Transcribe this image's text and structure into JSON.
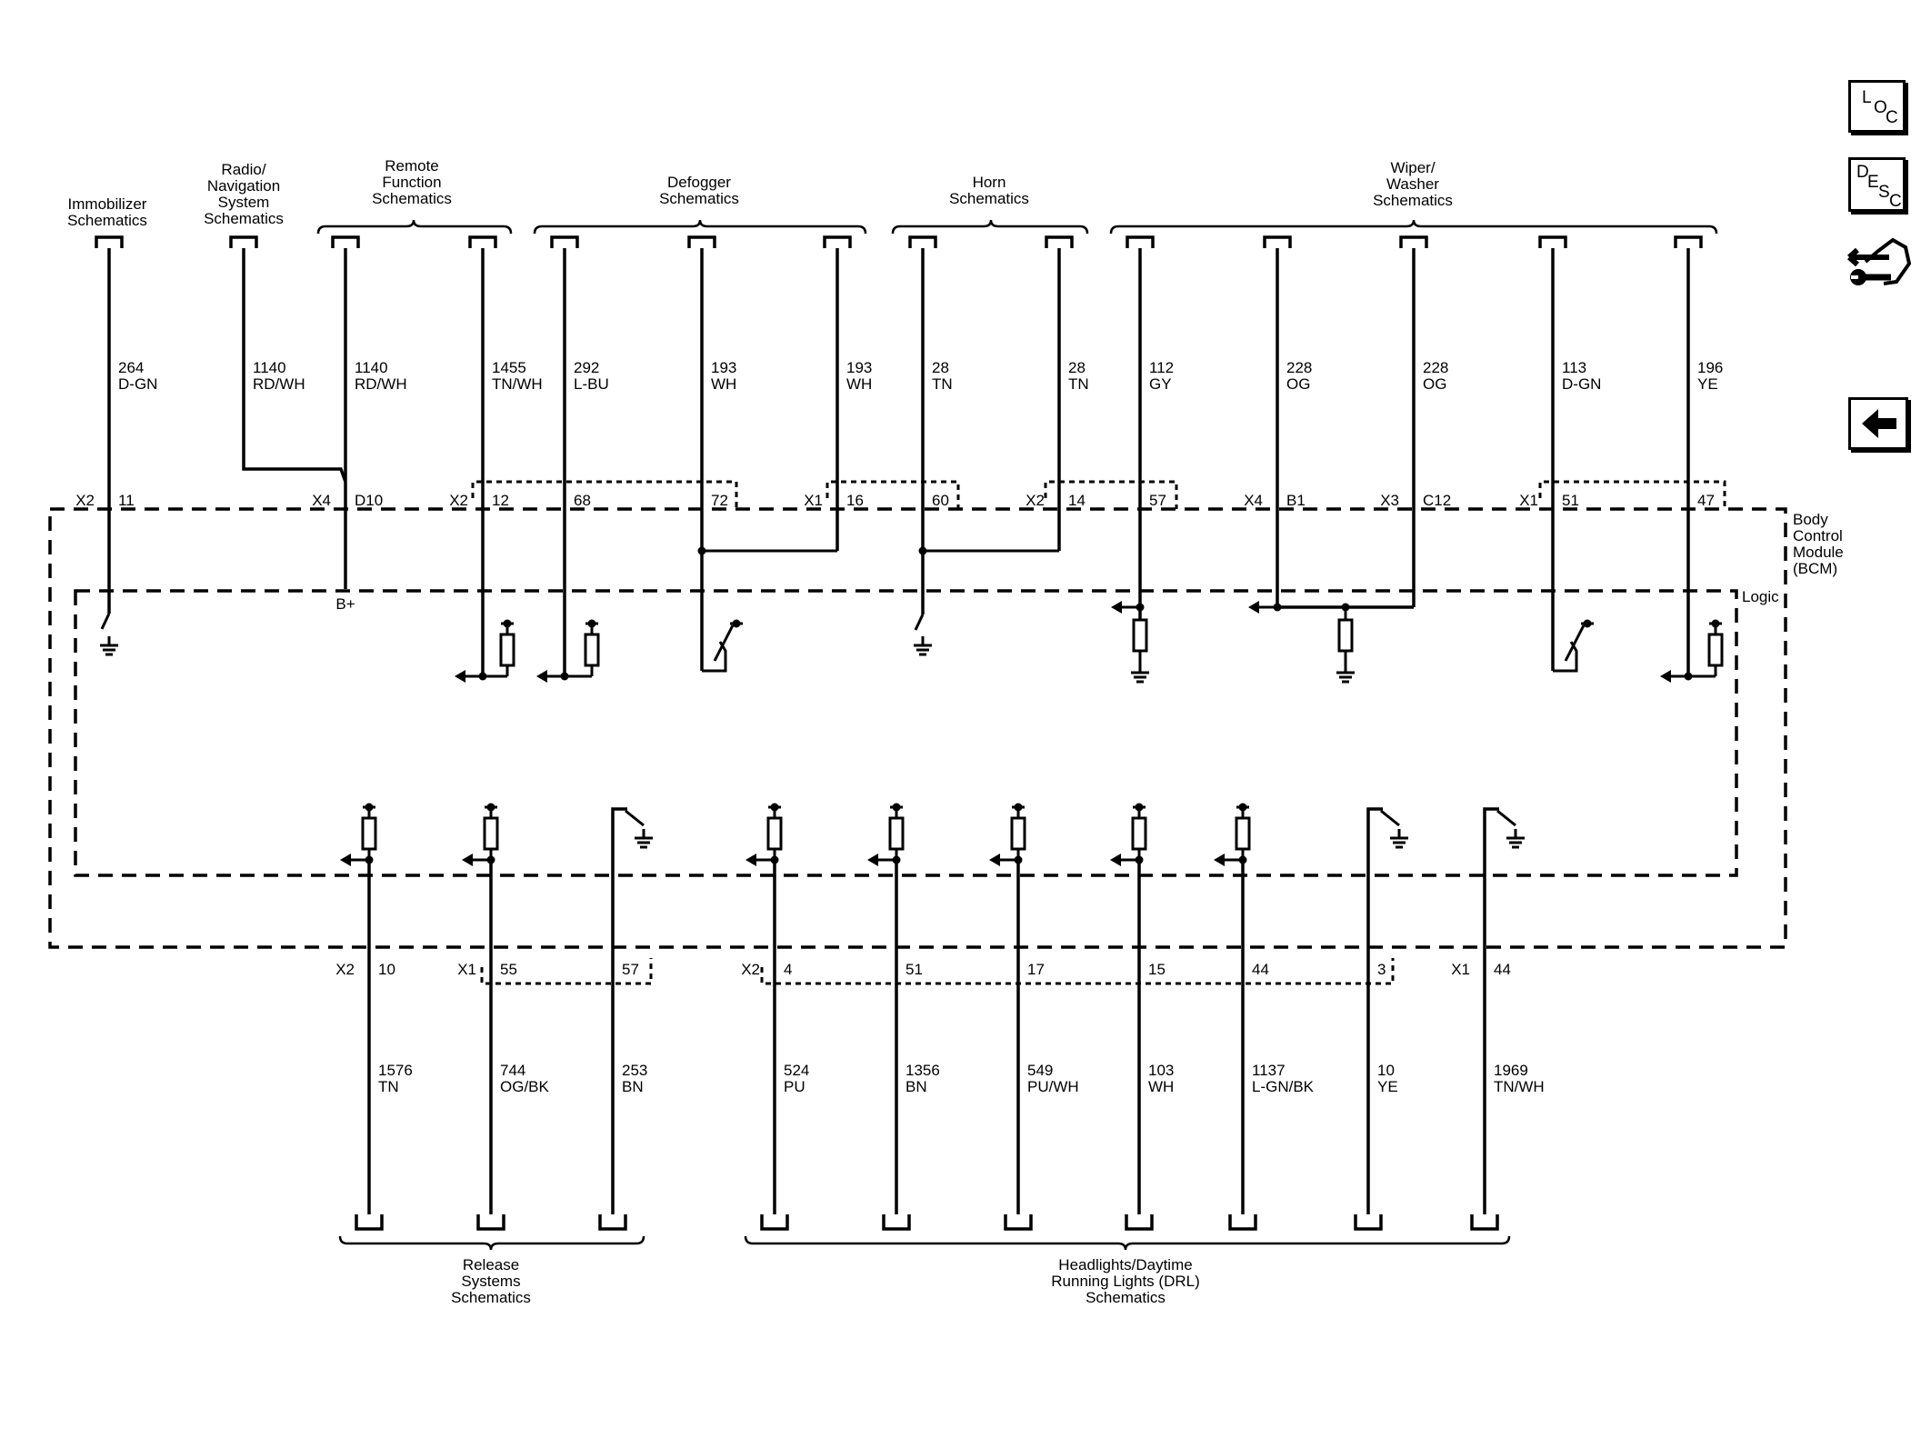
{
  "sidebar": {
    "loc_letters": [
      "L",
      "O",
      "C"
    ],
    "desc_letters": [
      "D",
      "E",
      "S",
      "C"
    ],
    "icons": [
      "loc-button-icon",
      "desc-button-icon",
      "connector-wrench-icon",
      "back-arrow-icon"
    ]
  },
  "module": {
    "name_lines": [
      "Body",
      "Control",
      "Module",
      "(BCM)"
    ],
    "logic_label": "Logic",
    "bplus_label": "B+"
  },
  "top_groups": [
    {
      "id": "immobilizer",
      "label_lines": [
        "Immobilizer",
        "Schematics"
      ]
    },
    {
      "id": "radio",
      "label_lines": [
        "Radio/",
        "Navigation",
        "System",
        "Schematics"
      ]
    },
    {
      "id": "remote",
      "label_lines": [
        "Remote",
        "Function",
        "Schematics"
      ]
    },
    {
      "id": "defogger",
      "label_lines": [
        "Defogger",
        "Schematics"
      ]
    },
    {
      "id": "horn",
      "label_lines": [
        "Horn",
        "Schematics"
      ]
    },
    {
      "id": "wiper",
      "label_lines": [
        "Wiper/",
        "Washer",
        "Schematics"
      ]
    }
  ],
  "bottom_groups": [
    {
      "id": "release",
      "label_lines": [
        "Release",
        "Systems",
        "Schematics"
      ]
    },
    {
      "id": "headlights",
      "label_lines": [
        "Headlights/Daytime",
        "Running Lights (DRL)",
        "Schematics"
      ]
    }
  ],
  "top_wires": [
    {
      "circuit": "264",
      "color": "D-GN",
      "connector": "X2",
      "pin": "11"
    },
    {
      "circuit": "1140",
      "color": "RD/WH",
      "connector": "",
      "pin": ""
    },
    {
      "circuit": "1140",
      "color": "RD/WH",
      "connector": "X4",
      "pin": "D10"
    },
    {
      "circuit": "1455",
      "color": "TN/WH",
      "connector": "X2",
      "pin": "12"
    },
    {
      "circuit": "292",
      "color": "L-BU",
      "connector": "",
      "pin": "68"
    },
    {
      "circuit": "193",
      "color": "WH",
      "connector": "",
      "pin": "72"
    },
    {
      "circuit": "193",
      "color": "WH",
      "connector": "X1",
      "pin": "16"
    },
    {
      "circuit": "28",
      "color": "TN",
      "connector": "",
      "pin": "60"
    },
    {
      "circuit": "28",
      "color": "TN",
      "connector": "X2",
      "pin": "14"
    },
    {
      "circuit": "112",
      "color": "GY",
      "connector": "",
      "pin": "57"
    },
    {
      "circuit": "228",
      "color": "OG",
      "connector": "X4",
      "pin": "B1"
    },
    {
      "circuit": "228",
      "color": "OG",
      "connector": "X3",
      "pin": "C12"
    },
    {
      "circuit": "113",
      "color": "D-GN",
      "connector": "X1",
      "pin": "51"
    },
    {
      "circuit": "196",
      "color": "YE",
      "connector": "",
      "pin": "47"
    }
  ],
  "bottom_wires": [
    {
      "circuit": "1576",
      "color": "TN",
      "connector": "X2",
      "pin": "10"
    },
    {
      "circuit": "744",
      "color": "OG/BK",
      "connector": "X1",
      "pin": "55"
    },
    {
      "circuit": "253",
      "color": "BN",
      "connector": "",
      "pin": "57"
    },
    {
      "circuit": "524",
      "color": "PU",
      "connector": "X2",
      "pin": "4"
    },
    {
      "circuit": "1356",
      "color": "BN",
      "connector": "",
      "pin": "51"
    },
    {
      "circuit": "549",
      "color": "PU/WH",
      "connector": "",
      "pin": "17"
    },
    {
      "circuit": "103",
      "color": "WH",
      "connector": "",
      "pin": "15"
    },
    {
      "circuit": "1137",
      "color": "L-GN/BK",
      "connector": "",
      "pin": "44"
    },
    {
      "circuit": "10",
      "color": "YE",
      "connector": "",
      "pin": "3"
    },
    {
      "circuit": "1969",
      "color": "TN/WH",
      "connector": "X1",
      "pin": "44"
    }
  ]
}
